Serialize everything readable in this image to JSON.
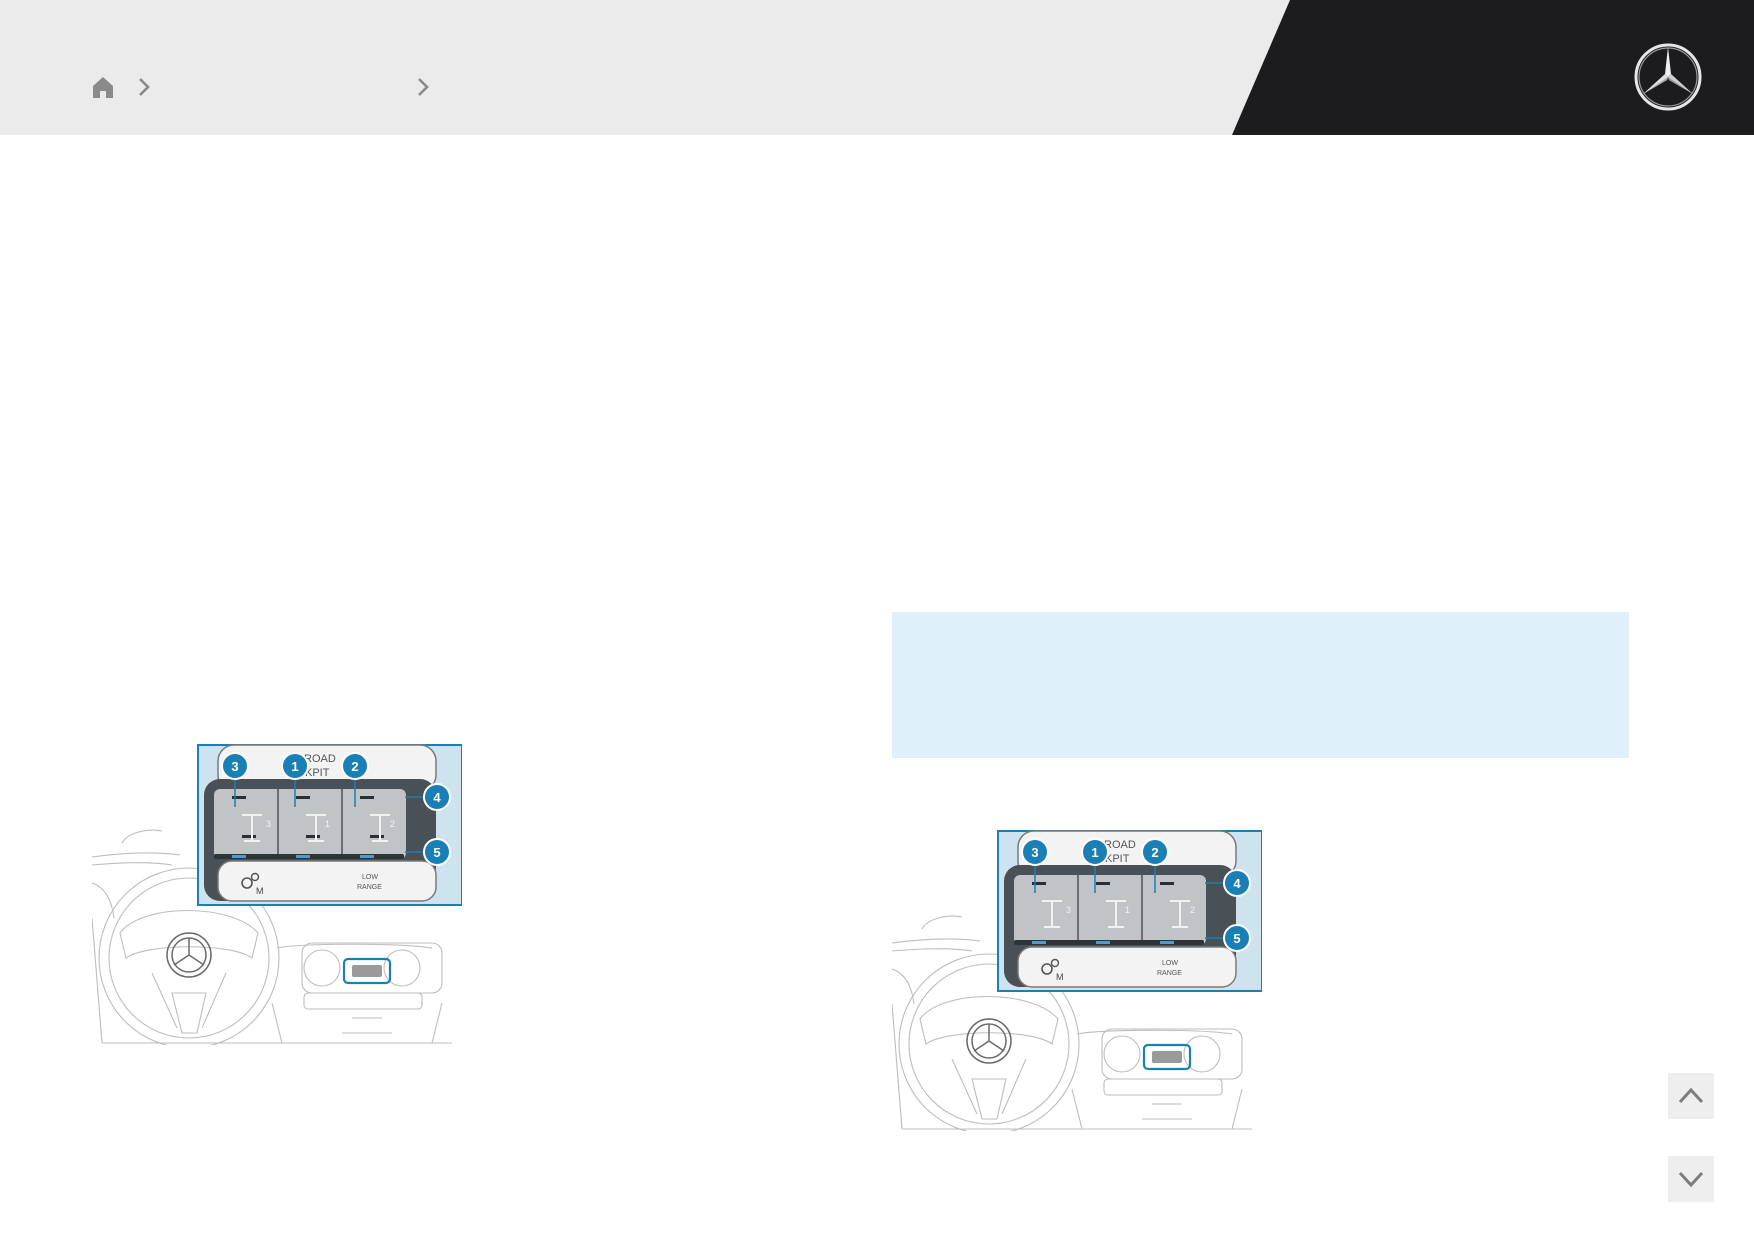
{
  "header": {
    "breadcrumb": [
      {
        "icon": "home-icon"
      },
      {
        "icon": "chevron-right-icon"
      },
      {
        "icon": "chevron-right-icon"
      }
    ],
    "logo": "mercedes-star-logo",
    "colors": {
      "header_bg": "#ebebeb",
      "header_dark": "#1c1c1e",
      "accent": "#1a7fb5",
      "callout_bg": "#dff0fb"
    }
  },
  "figure": {
    "label_top": "OFFROAD COCKPIT",
    "button_numbers": [
      "3",
      "1",
      "2"
    ],
    "callout_numbers": [
      "3",
      "1",
      "2",
      "4",
      "5"
    ],
    "low_range_label": "LOW RANGE",
    "low_range_line1": "LOW",
    "low_range_line2": "RANGE",
    "mode_label": "M",
    "road_fragment": "ROAD",
    "kpit_fragment": "KPIT"
  },
  "navigation": {
    "up_icon": "chevron-up-icon",
    "down_icon": "chevron-down-icon"
  }
}
